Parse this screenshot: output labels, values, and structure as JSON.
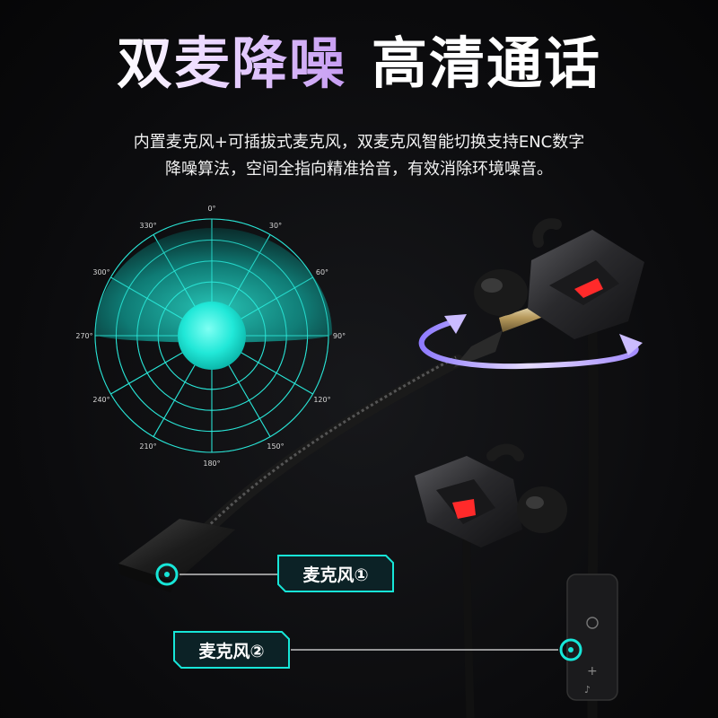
{
  "headline": {
    "part1": "双麦降噪",
    "part2": "高清通话"
  },
  "description": {
    "line1": "内置麦克风+可插拔式麦克风，双麦克风智能切换支持ENC数字",
    "line2": "降噪算法，空间全指向精准拾音，有效消除环境噪音。"
  },
  "polar_angles": [
    "0°",
    "30°",
    "60°",
    "90°",
    "120°",
    "150°",
    "180°",
    "210°",
    "240°",
    "270°",
    "300°",
    "330°"
  ],
  "labels": {
    "mic1": "麦克风①",
    "mic2": "麦克风②"
  },
  "colors": {
    "accent_cyan": "#17e6d8",
    "tag_fill": "#0c2226",
    "rotation_arrow": "#bda8ff",
    "eye_red": "#ff2a2a"
  }
}
